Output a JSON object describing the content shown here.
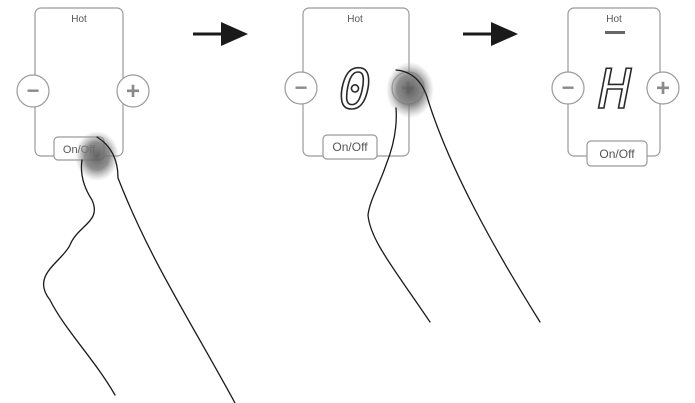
{
  "panels": [
    {
      "mode_label": "Hot",
      "display": "",
      "minus_symbol": "−",
      "plus_symbol": "+",
      "onoff_label": "On/Off",
      "hot_indicator_on": false,
      "pressed": "on-off"
    },
    {
      "mode_label": "Hot",
      "display": "0",
      "minus_symbol": "−",
      "plus_symbol": "+",
      "onoff_label": "On/Off",
      "hot_indicator_on": false,
      "pressed": "plus"
    },
    {
      "mode_label": "Hot",
      "display": "H",
      "minus_symbol": "−",
      "plus_symbol": "+",
      "onoff_label": "On/Off",
      "hot_indicator_on": true,
      "pressed": "none"
    }
  ],
  "arrows": [
    "arrow-right-icon",
    "arrow-right-icon"
  ],
  "colors": {
    "line": "#9a9a9a",
    "ink": "#1a1a1a",
    "touch": "#7a7a7a",
    "indicator": "#666666"
  }
}
